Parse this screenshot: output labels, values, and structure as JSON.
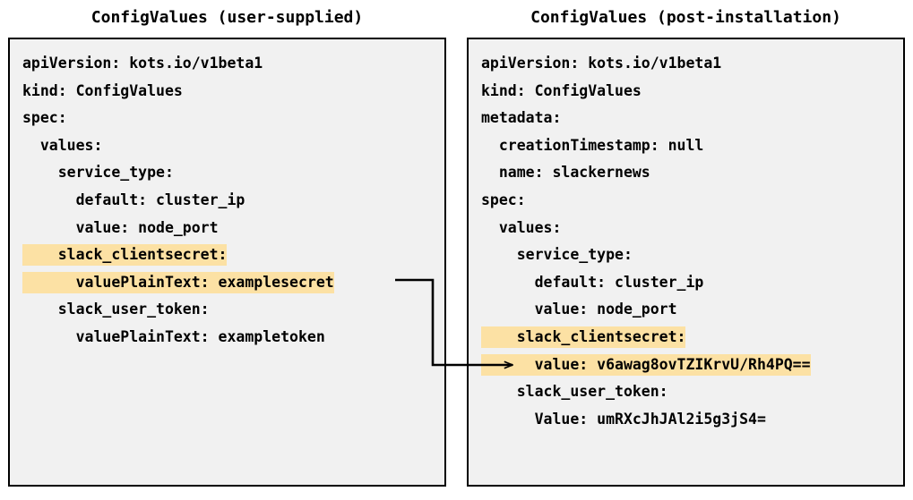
{
  "diagram": {
    "type": "two-panel-yaml-comparison",
    "background_color": "#ffffff",
    "panel_background_color": "#f1f1f1",
    "panel_border_color": "#000000",
    "highlight_color": "#fce1a4",
    "text_color": "#000000",
    "connector_color": "#000000"
  },
  "panels": {
    "left": {
      "title": "ConfigValues (user-supplied)",
      "lines": [
        {
          "indent": 0,
          "text": "apiVersion: kots.io/v1beta1",
          "highlight": false
        },
        {
          "indent": 0,
          "text": "kind: ConfigValues",
          "highlight": false
        },
        {
          "indent": 0,
          "text": "spec:",
          "highlight": false
        },
        {
          "indent": 1,
          "text": "values:",
          "highlight": false
        },
        {
          "indent": 2,
          "text": "service_type:",
          "highlight": false
        },
        {
          "indent": 3,
          "text": "default: cluster_ip",
          "highlight": false
        },
        {
          "indent": 3,
          "text": "value: node_port",
          "highlight": false
        },
        {
          "indent": 2,
          "text": "slack_clientsecret:",
          "highlight": true
        },
        {
          "indent": 3,
          "text": "valuePlainText: examplesecret",
          "highlight": true
        },
        {
          "indent": 2,
          "text": "slack_user_token:",
          "highlight": false
        },
        {
          "indent": 3,
          "text": "valuePlainText: exampletoken",
          "highlight": false
        }
      ]
    },
    "right": {
      "title": "ConfigValues (post-installation)",
      "lines": [
        {
          "indent": 0,
          "text": "apiVersion: kots.io/v1beta1",
          "highlight": false
        },
        {
          "indent": 0,
          "text": "kind: ConfigValues",
          "highlight": false
        },
        {
          "indent": 0,
          "text": "metadata:",
          "highlight": false
        },
        {
          "indent": 1,
          "text": "creationTimestamp: null",
          "highlight": false
        },
        {
          "indent": 1,
          "text": "name: slackernews",
          "highlight": false
        },
        {
          "indent": 0,
          "text": "spec:",
          "highlight": false
        },
        {
          "indent": 1,
          "text": "values:",
          "highlight": false
        },
        {
          "indent": 2,
          "text": "service_type:",
          "highlight": false
        },
        {
          "indent": 3,
          "text": "default: cluster_ip",
          "highlight": false
        },
        {
          "indent": 3,
          "text": "value: node_port",
          "highlight": false
        },
        {
          "indent": 2,
          "text": "slack_clientsecret:",
          "highlight": true
        },
        {
          "indent": 3,
          "text": "value: v6awag8ovTZIKrvU/Rh4PQ==",
          "highlight": true
        },
        {
          "indent": 2,
          "text": "slack_user_token:",
          "highlight": false
        },
        {
          "indent": 3,
          "text": "Value: umRXcJhJAl2i5g3jS4=",
          "highlight": false
        }
      ]
    }
  },
  "connector": {
    "name": "examplesecret-to-encrypted-value-arrow",
    "from_label": "valuePlainText: examplesecret",
    "to_label": "value: v6awag8ovTZIKrvU/Rh4PQ==",
    "arrowhead": "open-triangle"
  }
}
